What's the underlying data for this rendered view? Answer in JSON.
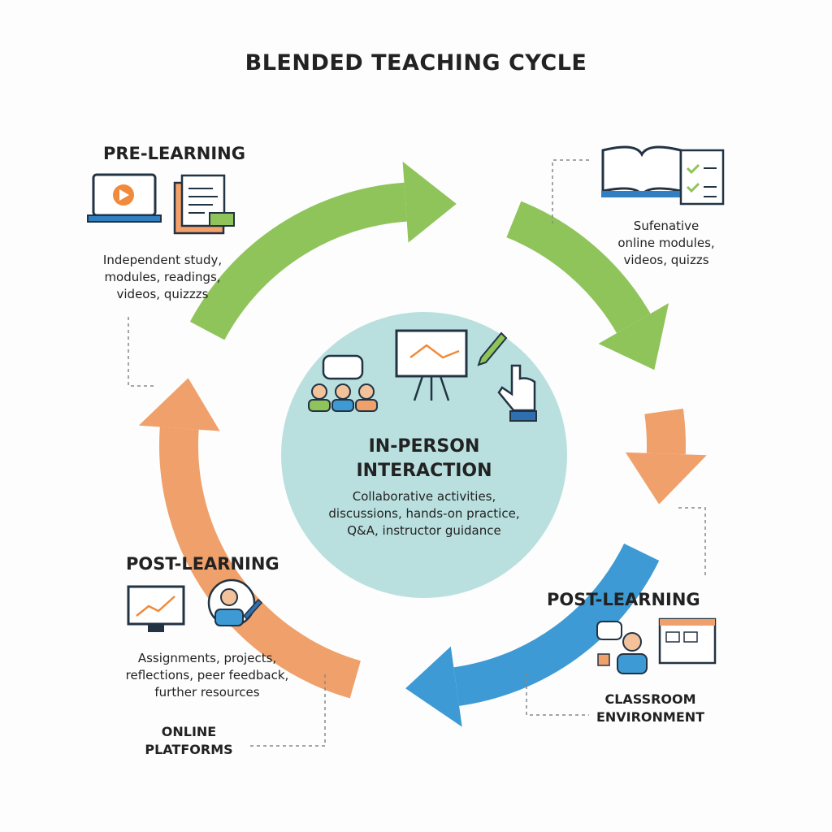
{
  "title": "BLENDED TEACHING CYCLE",
  "pre": {
    "heading": "PRE-LEARNING",
    "text": [
      "Independent study,",
      "modules, readings,",
      "videos, quizzzs"
    ]
  },
  "topright": {
    "text": [
      "Sufenative",
      "online modules,",
      "videos, quizzs"
    ]
  },
  "center": {
    "heading": [
      "IN-PERSON",
      "INTERACTION"
    ],
    "text": [
      "Collaborative activities,",
      "discussions, hands-on practice,",
      "Q&A, instructor guidance"
    ]
  },
  "post_left": {
    "heading": "POST-LEARNING",
    "text": [
      "Assignments, projects,",
      "reflections, peer feedback,",
      "further resources"
    ],
    "label": [
      "ONLINE",
      "PLATFORMS"
    ]
  },
  "post_right": {
    "heading": "POST-LEARNING",
    "label": [
      "CLASSROOM",
      "ENVIRONMENT"
    ]
  },
  "colors": {
    "green": "#8fc45a",
    "orange": "#f0a06a",
    "blue": "#3d9ad4",
    "circle": "#b9e0df"
  }
}
